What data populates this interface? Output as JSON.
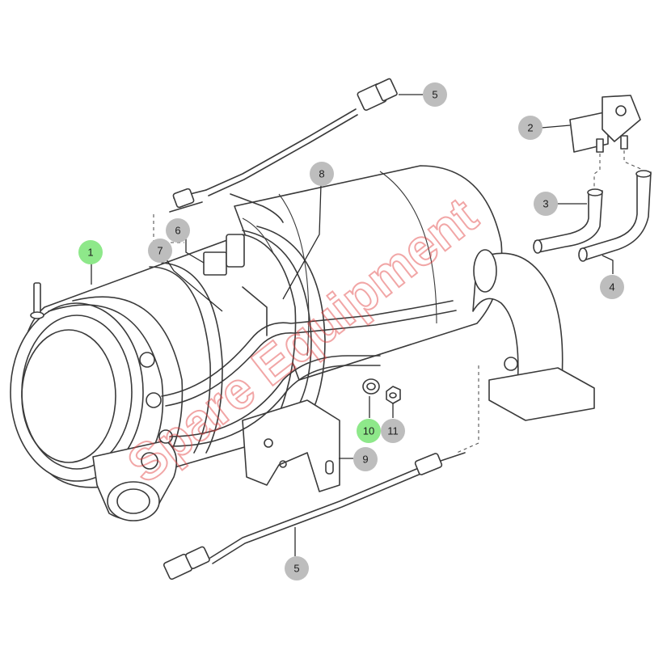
{
  "colors": {
    "callout_default": "#bdbdbd",
    "callout_highlight": "#8ee88a",
    "line": "#3a3a3a",
    "watermark": "#e23b3b"
  },
  "watermark": {
    "text": "Spare Equipment"
  },
  "callouts": [
    {
      "id": "c1",
      "label": "1",
      "highlighted": true
    },
    {
      "id": "c2",
      "label": "2",
      "highlighted": false
    },
    {
      "id": "c3",
      "label": "3",
      "highlighted": false
    },
    {
      "id": "c4",
      "label": "4",
      "highlighted": false
    },
    {
      "id": "c5a",
      "label": "5",
      "highlighted": false
    },
    {
      "id": "c5b",
      "label": "5",
      "highlighted": false
    },
    {
      "id": "c6",
      "label": "6",
      "highlighted": false
    },
    {
      "id": "c7",
      "label": "7",
      "highlighted": false
    },
    {
      "id": "c8",
      "label": "8",
      "highlighted": false
    },
    {
      "id": "c9",
      "label": "9",
      "highlighted": false
    },
    {
      "id": "c10",
      "label": "10",
      "highlighted": true
    },
    {
      "id": "c11",
      "label": "11",
      "highlighted": false
    }
  ]
}
